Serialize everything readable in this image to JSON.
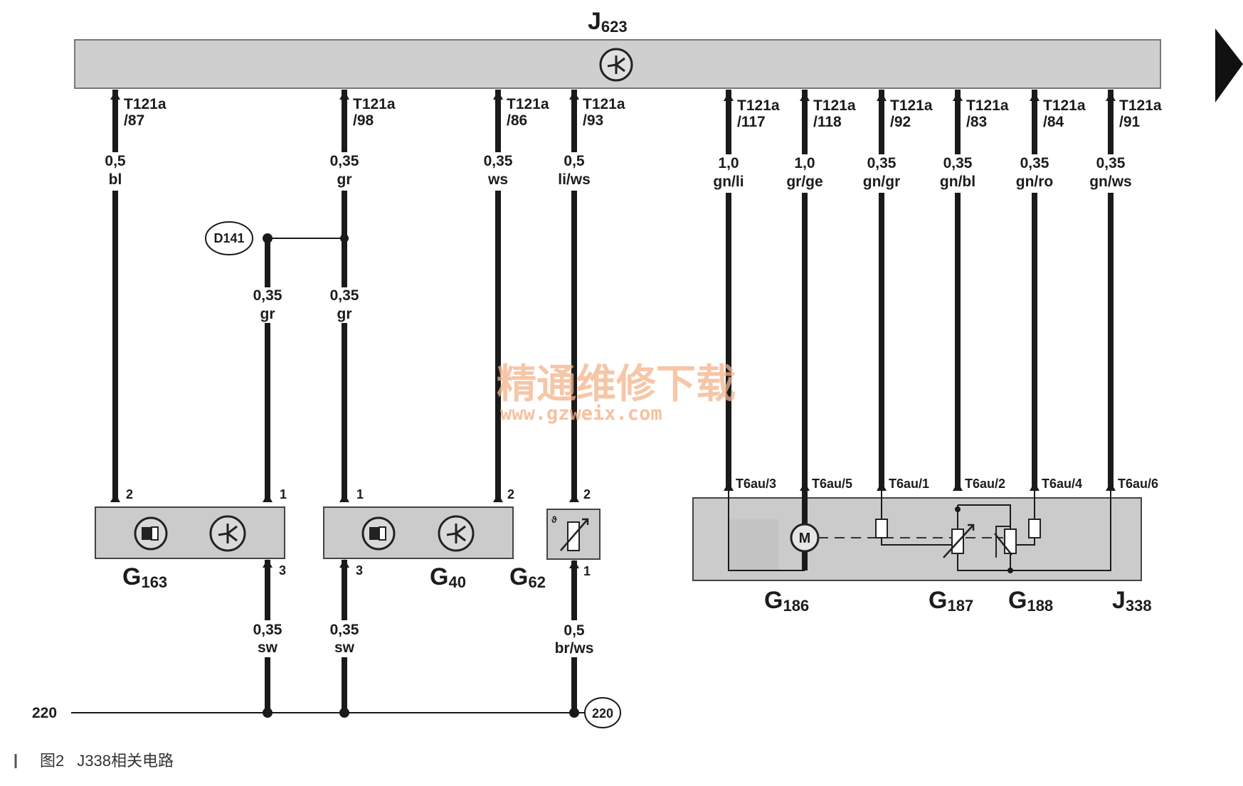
{
  "header": {
    "module": "J",
    "module_sub": "623"
  },
  "top_wires": [
    {
      "id": "w87",
      "pin": "T121a",
      "pin_no": "/87",
      "gauge": "0,5",
      "color": "bl",
      "dest_pin": "2"
    },
    {
      "id": "w98",
      "pin": "T121a",
      "pin_no": "/98",
      "gauge": "0,35",
      "color": "gr",
      "dest_pin": "1"
    },
    {
      "id": "w86",
      "pin": "T121a",
      "pin_no": "/86",
      "gauge": "0,35",
      "color": "ws",
      "dest_pin": "2"
    },
    {
      "id": "w93",
      "pin": "T121a",
      "pin_no": "/93",
      "gauge": "0,5",
      "color": "li/ws",
      "dest_pin": "2"
    },
    {
      "id": "w117",
      "pin": "T121a",
      "pin_no": "/117",
      "gauge": "1,0",
      "color": "gn/li",
      "dest_pin": "T6au/3"
    },
    {
      "id": "w118",
      "pin": "T121a",
      "pin_no": "/118",
      "gauge": "1,0",
      "color": "gr/ge",
      "dest_pin": "T6au/5"
    },
    {
      "id": "w92",
      "pin": "T121a",
      "pin_no": "/92",
      "gauge": "0,35",
      "color": "gn/gr",
      "dest_pin": "T6au/1"
    },
    {
      "id": "w83",
      "pin": "T121a",
      "pin_no": "/83",
      "gauge": "0,35",
      "color": "gn/bl",
      "dest_pin": "T6au/2"
    },
    {
      "id": "w84",
      "pin": "T121a",
      "pin_no": "/84",
      "gauge": "0,35",
      "color": "gn/ro",
      "dest_pin": "T6au/4"
    },
    {
      "id": "w91",
      "pin": "T121a",
      "pin_no": "/91",
      "gauge": "0,35",
      "color": "gn/ws",
      "dest_pin": "T6au/6"
    }
  ],
  "splice": {
    "connector": "D141",
    "branch_left": {
      "gauge": "0,35",
      "color": "gr",
      "dest_pin": "1"
    },
    "branch_right": {
      "gauge": "0,35",
      "color": "gr"
    }
  },
  "bottom_wires": [
    {
      "id": "b163",
      "src_pin": "3",
      "gauge": "0,35",
      "color": "sw"
    },
    {
      "id": "b40",
      "src_pin": "3",
      "gauge": "0,35",
      "color": "sw"
    },
    {
      "id": "b62",
      "src_pin": "1",
      "gauge": "0,5",
      "color": "br/ws"
    }
  ],
  "components": {
    "g163": {
      "main": "G",
      "sub": "163"
    },
    "g40": {
      "main": "G",
      "sub": "40"
    },
    "g62": {
      "main": "G",
      "sub": "62"
    },
    "g186": {
      "main": "G",
      "sub": "186"
    },
    "g187": {
      "main": "G",
      "sub": "187"
    },
    "g188": {
      "main": "G",
      "sub": "188"
    },
    "j338": {
      "main": "J",
      "sub": "338"
    }
  },
  "ground": {
    "left_label": "220",
    "right_label": "220"
  },
  "motor_symbol": "M",
  "watermark": {
    "line1": "精通维修下载",
    "line2": "www.gzweix.com"
  },
  "caption": {
    "prefix": "图2",
    "text": "J338相关电路"
  },
  "colors": {
    "wire": "#1a1a1a",
    "bar": "#cfcfcf",
    "box": "#cbcbcb",
    "watermark": "#f3b38a"
  }
}
